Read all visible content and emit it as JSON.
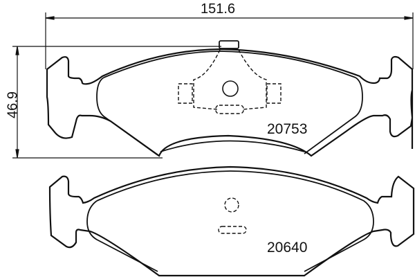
{
  "drawing": {
    "dimensions": {
      "width_mm": "151.6",
      "height_mm": "46.9"
    },
    "pads": [
      {
        "part_number": "20753",
        "features": [
          "wear-indicator-clip",
          "center-hole",
          "spring-clip"
        ]
      },
      {
        "part_number": "20640",
        "features": [
          "dashed-hole",
          "dashed-slot"
        ]
      }
    ],
    "line_color": "#111111",
    "background": "#ffffff"
  }
}
